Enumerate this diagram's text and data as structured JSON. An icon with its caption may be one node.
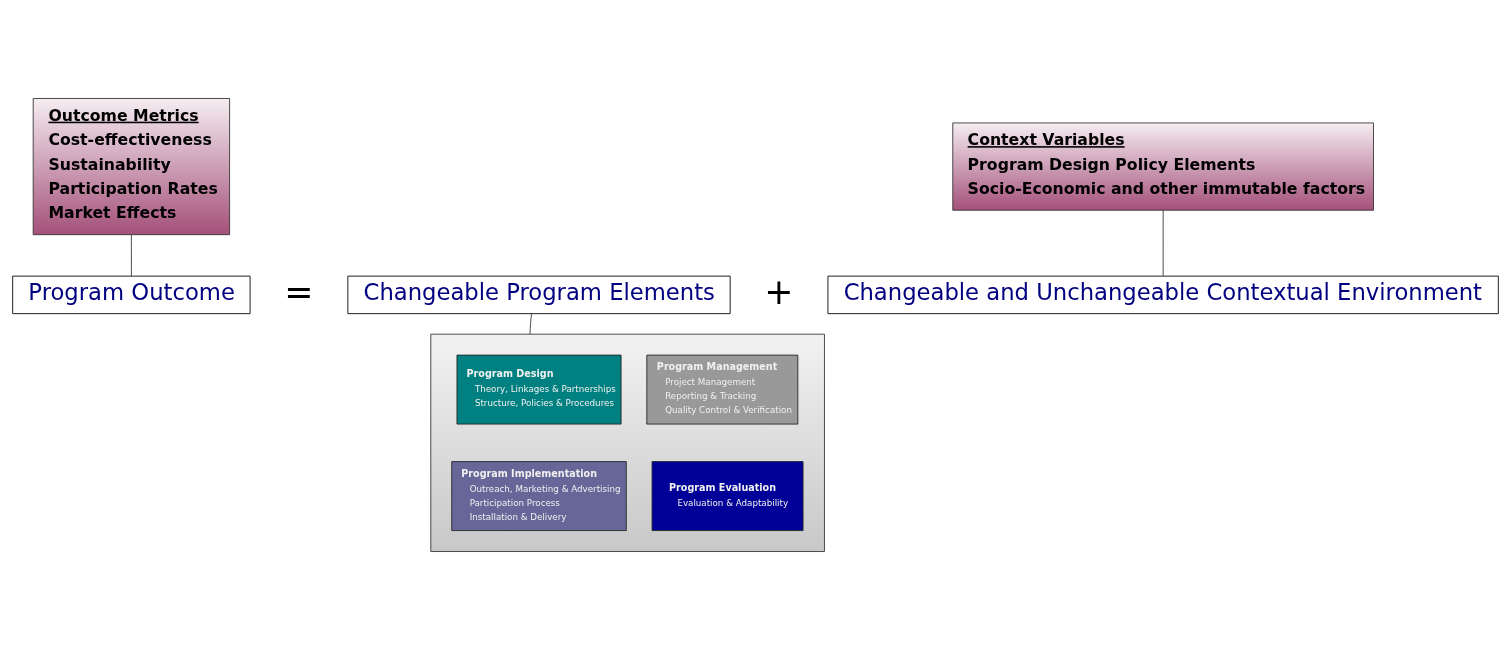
{
  "diagram": {
    "nodes": [
      {
        "text": [
          "Outcome Metrics",
          "Cost-effectiveness",
          "Sustainability",
          "Participation Rates",
          "Market Effects"
        ]
      },
      {
        "text": [
          "Context Variables",
          "Program Design Policy Elements",
          "Socio-Economic and other immutable factors"
        ]
      },
      {
        "text": [
          "Program Outcome"
        ]
      },
      {
        "text": [
          "Changeable Program Elements"
        ]
      },
      {
        "text": [
          "Changeable and Unchangeable Contextual Environment"
        ]
      },
      {
        "text": [],
        "shape": "box"
      },
      {
        "text": [
          "Program Design",
          "Theory, Linkages & Partnerships",
          "Structure, Policies & Procedures"
        ],
        "in": 5
      },
      {
        "text": [
          "Program Management",
          "Project Management",
          "Reporting & Tracking",
          "Quality Control & Verification"
        ],
        "in": 5
      },
      {
        "text": [
          "Program Implementation",
          "Outreach, Marketing & Advertising",
          "Participation Process",
          "Installation & Delivery"
        ],
        "in": 5
      },
      {
        "text": [
          "Program Evaluation",
          "Evaluation & Adaptability"
        ],
        "in": 5
      }
    ],
    "edges": [
      {
        "from": 0,
        "to": 2,
        "arrow": "none"
      },
      {
        "from": 1,
        "to": 4,
        "arrow": "none"
      },
      {
        "from": 5,
        "to": 3,
        "arrow": "none"
      }
    ],
    "labels": [
      "=",
      "+"
    ]
  }
}
